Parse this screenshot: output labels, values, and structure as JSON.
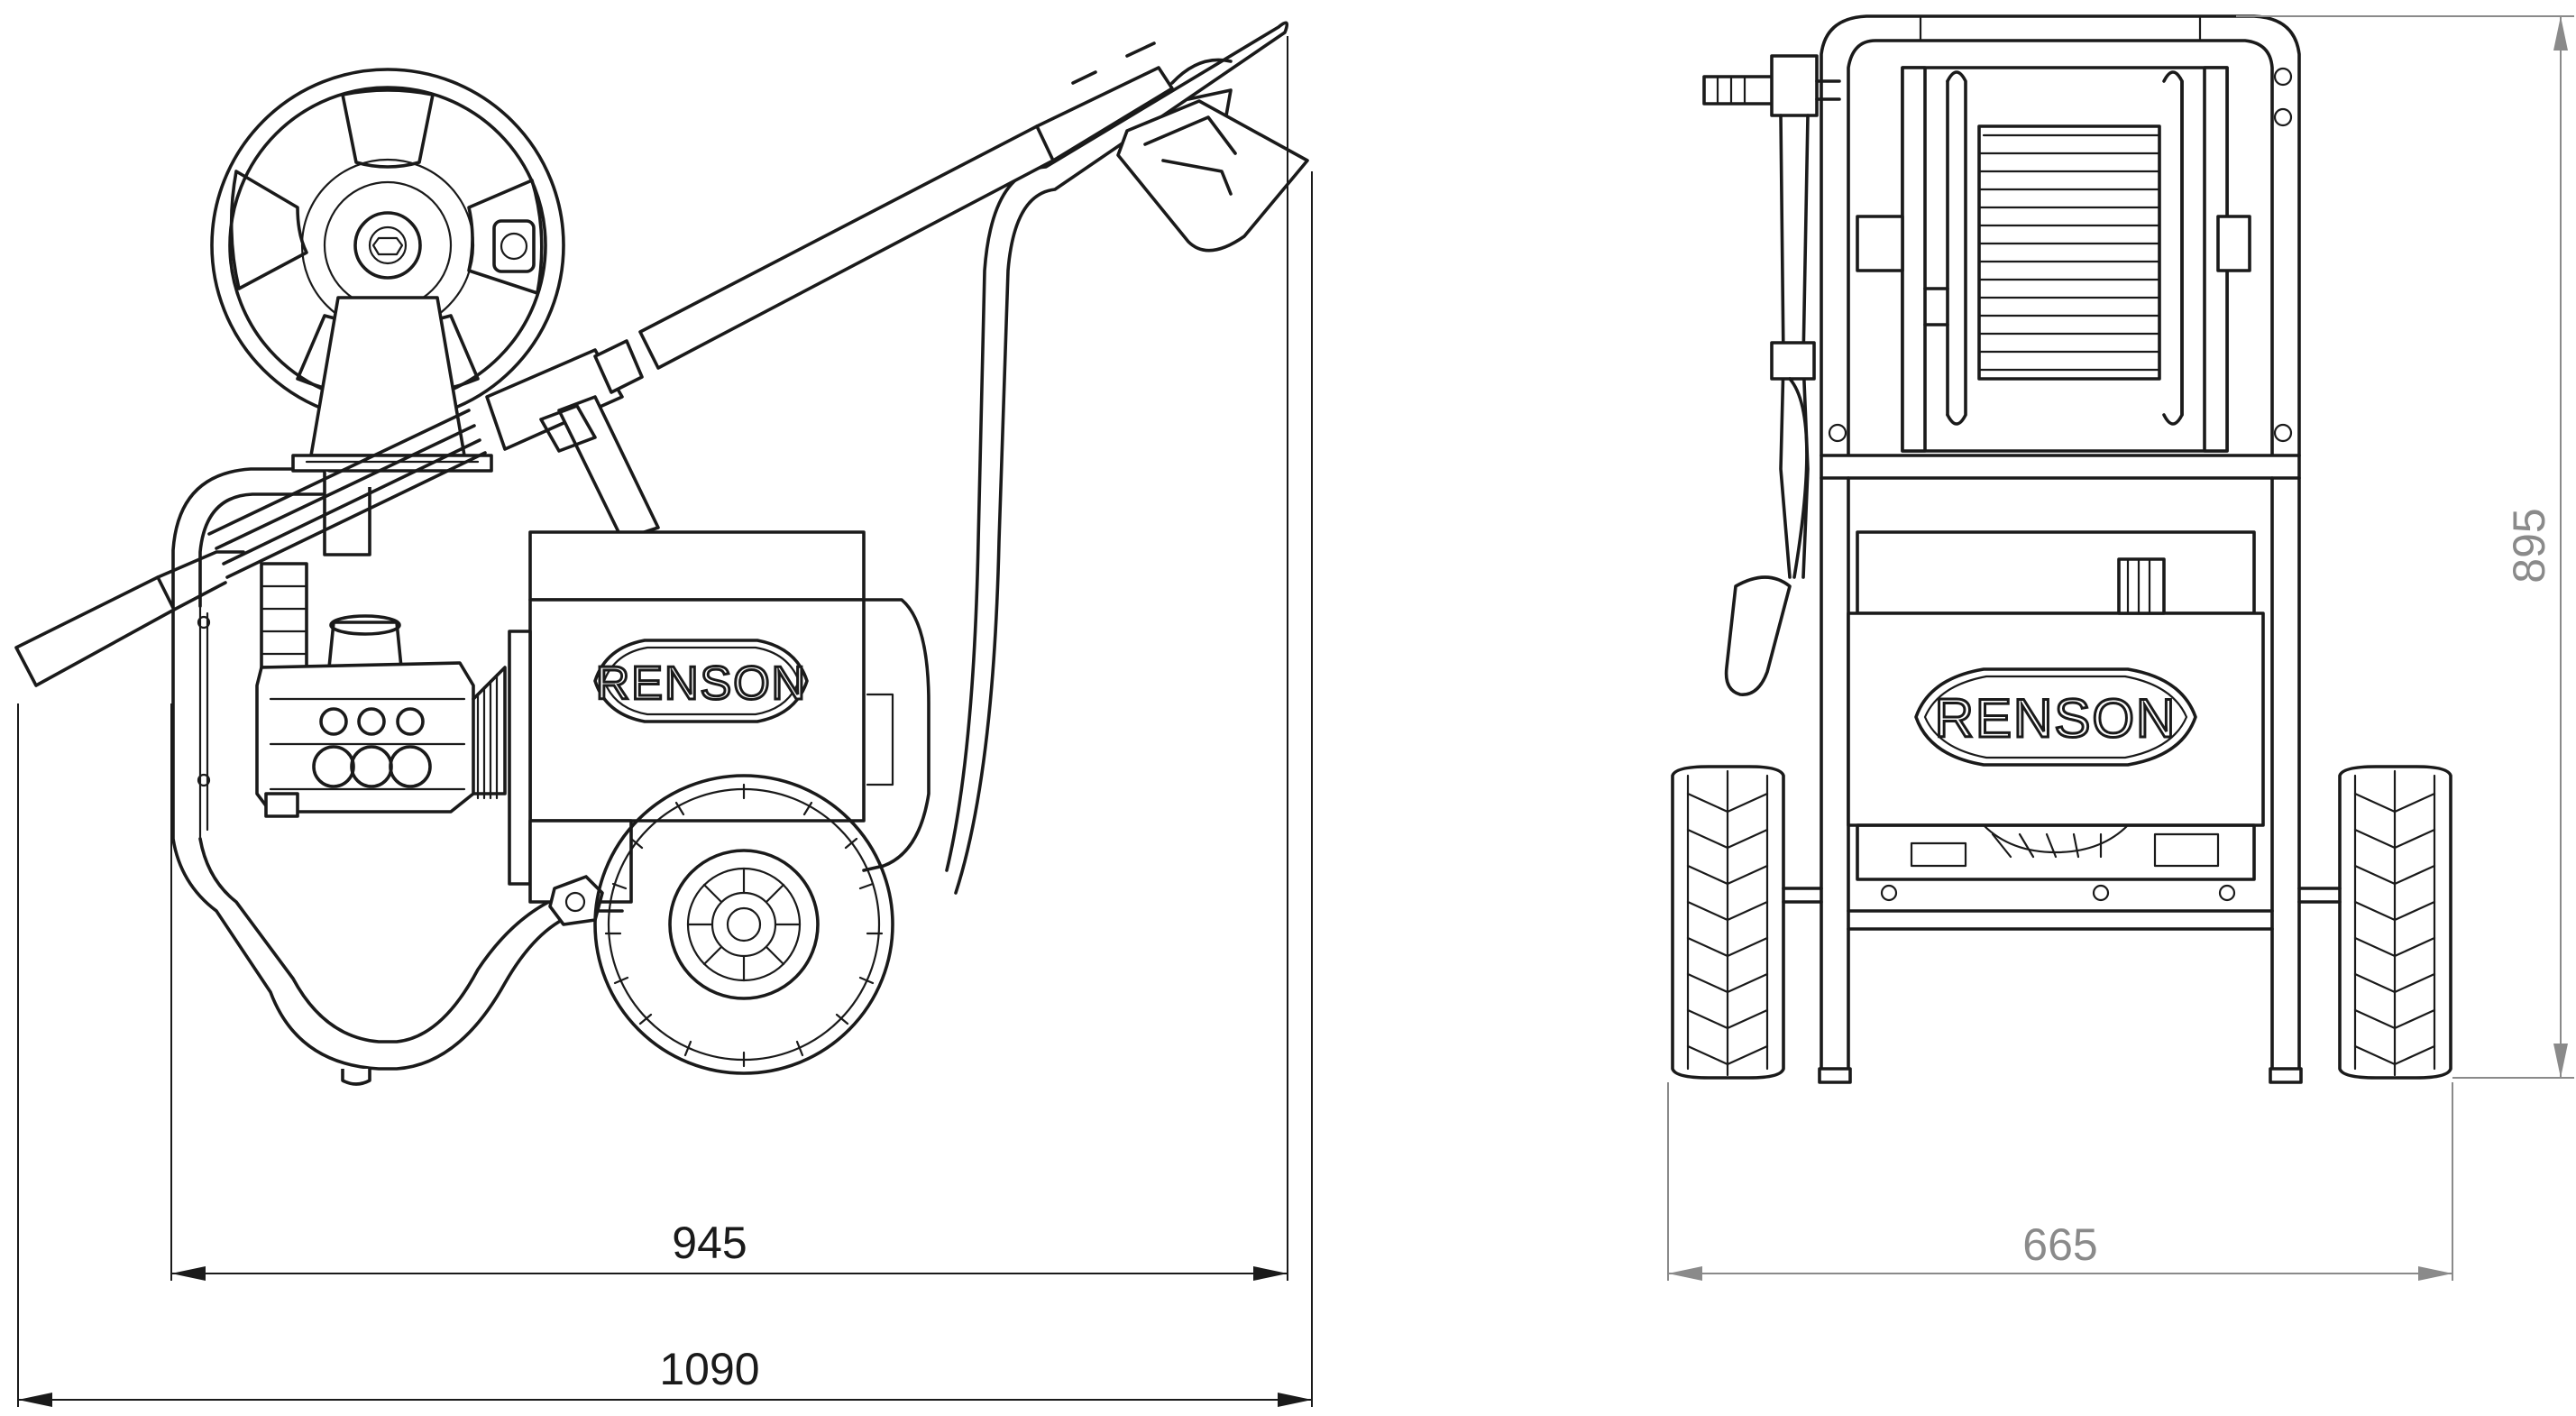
{
  "brand": {
    "logo_text": "RENSON"
  },
  "dimensions": {
    "side_base_length": "945",
    "side_total_length": "1090",
    "front_width": "665",
    "height": "895"
  },
  "colors": {
    "line": "#1a1a1a",
    "dimension_line_gray": "#8a8a8a",
    "background": "#ffffff"
  }
}
